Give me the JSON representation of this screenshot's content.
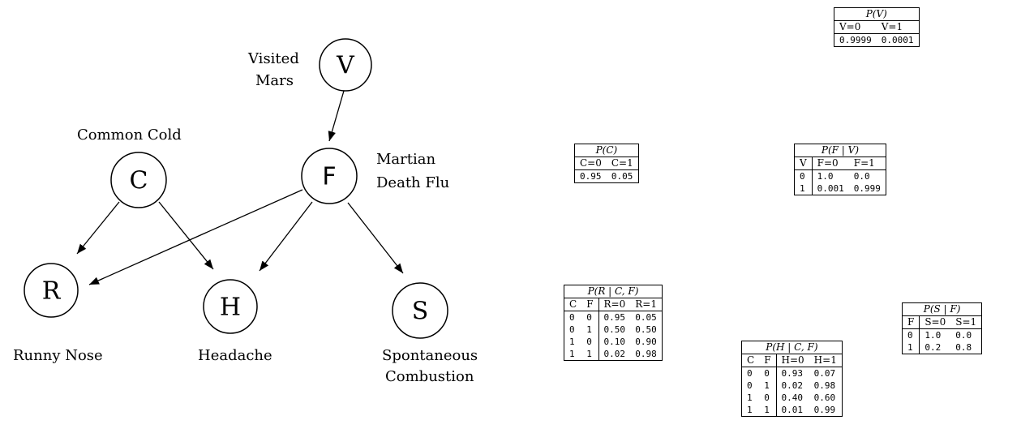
{
  "nodes": {
    "V": {
      "letter": "V",
      "label_lines": [
        "Visited",
        "Mars"
      ]
    },
    "C": {
      "letter": "C",
      "label_lines": [
        "Common Cold"
      ]
    },
    "F": {
      "letter": "F",
      "label_lines": [
        "Martian",
        "Death Flu"
      ]
    },
    "R": {
      "letter": "R",
      "label_lines": [
        "Runny Nose"
      ]
    },
    "H": {
      "letter": "H",
      "label_lines": [
        "Headache"
      ]
    },
    "S": {
      "letter": "S",
      "label_lines": [
        "Spontaneous",
        "Combustion"
      ]
    }
  },
  "edges": [
    [
      "V",
      "F"
    ],
    [
      "C",
      "R"
    ],
    [
      "C",
      "H"
    ],
    [
      "F",
      "R"
    ],
    [
      "F",
      "H"
    ],
    [
      "F",
      "S"
    ]
  ],
  "tables": {
    "pv": {
      "title": "P(V)",
      "headers": [
        "V=0",
        "V=1"
      ],
      "rows": [
        [
          "0.9999",
          "0.0001"
        ]
      ]
    },
    "pc": {
      "title": "P(C)",
      "headers": [
        "C=0",
        "C=1"
      ],
      "rows": [
        [
          "0.95",
          "0.05"
        ]
      ]
    },
    "pf": {
      "title": "P(F | V)",
      "headers": [
        "V",
        "F=0",
        "F=1"
      ],
      "rows": [
        [
          "0",
          "1.0",
          "0.0"
        ],
        [
          "1",
          "0.001",
          "0.999"
        ]
      ]
    },
    "pr": {
      "title": "P(R | C, F)",
      "headers": [
        "C",
        "F",
        "R=0",
        "R=1"
      ],
      "rows": [
        [
          "0",
          "0",
          "0.95",
          "0.05"
        ],
        [
          "0",
          "1",
          "0.50",
          "0.50"
        ],
        [
          "1",
          "0",
          "0.10",
          "0.90"
        ],
        [
          "1",
          "1",
          "0.02",
          "0.98"
        ]
      ]
    },
    "ph": {
      "title": "P(H | C, F)",
      "headers": [
        "C",
        "F",
        "H=0",
        "H=1"
      ],
      "rows": [
        [
          "0",
          "0",
          "0.93",
          "0.07"
        ],
        [
          "0",
          "1",
          "0.02",
          "0.98"
        ],
        [
          "1",
          "0",
          "0.40",
          "0.60"
        ],
        [
          "1",
          "1",
          "0.01",
          "0.99"
        ]
      ]
    },
    "ps": {
      "title": "P(S | F)",
      "headers": [
        "F",
        "S=0",
        "S=1"
      ],
      "rows": [
        [
          "0",
          "1.0",
          "0.0"
        ],
        [
          "1",
          "0.2",
          "0.8"
        ]
      ]
    }
  }
}
